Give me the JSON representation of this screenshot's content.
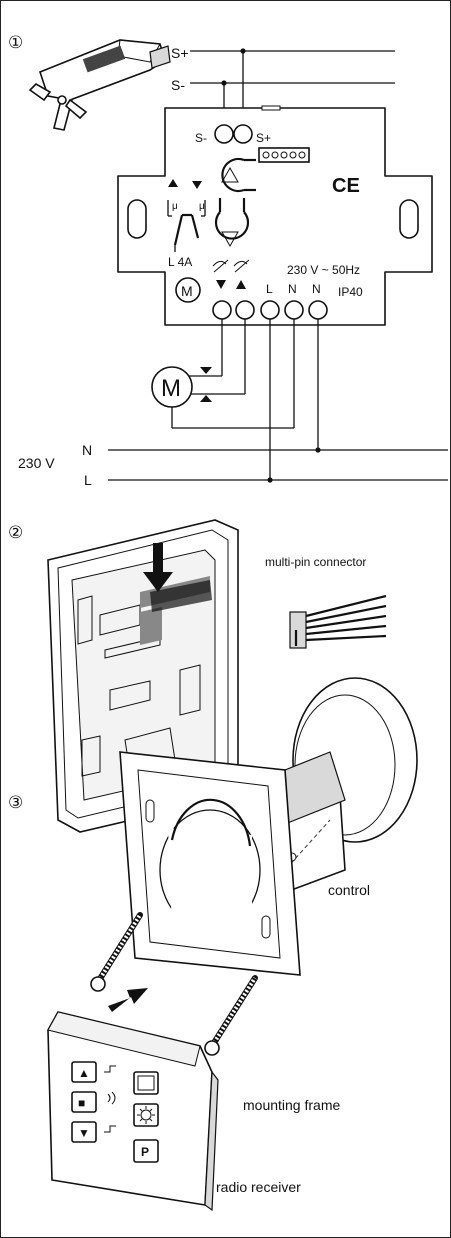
{
  "sections": [
    {
      "number": "①"
    },
    {
      "number": "②"
    },
    {
      "number": "③"
    }
  ],
  "wiring": {
    "sensor_plus": "S+",
    "sensor_minus": "S-",
    "terminal_s_minus": "S-",
    "terminal_s_plus": "S+",
    "ce_mark": "CE",
    "relay_label": "L 4A",
    "mu_left": "μ",
    "mu_right": "μ",
    "voltage_spec": "230 V ~ 50Hz",
    "ip_rating": "IP40",
    "motor_symbol": "M",
    "motor_small": "M",
    "terminal_L": "L",
    "terminal_N1": "N",
    "terminal_N2": "N",
    "mains_voltage": "230 V",
    "mains_N": "N",
    "mains_L": "L"
  },
  "labels": {
    "multi_pin_connector": "multi-pin connector",
    "control": "control",
    "mounting_frame": "mounting frame",
    "radio_receiver": "radio receiver"
  },
  "buttons": {
    "up": "▲",
    "stop": "■",
    "down": "▼",
    "program": "P"
  }
}
